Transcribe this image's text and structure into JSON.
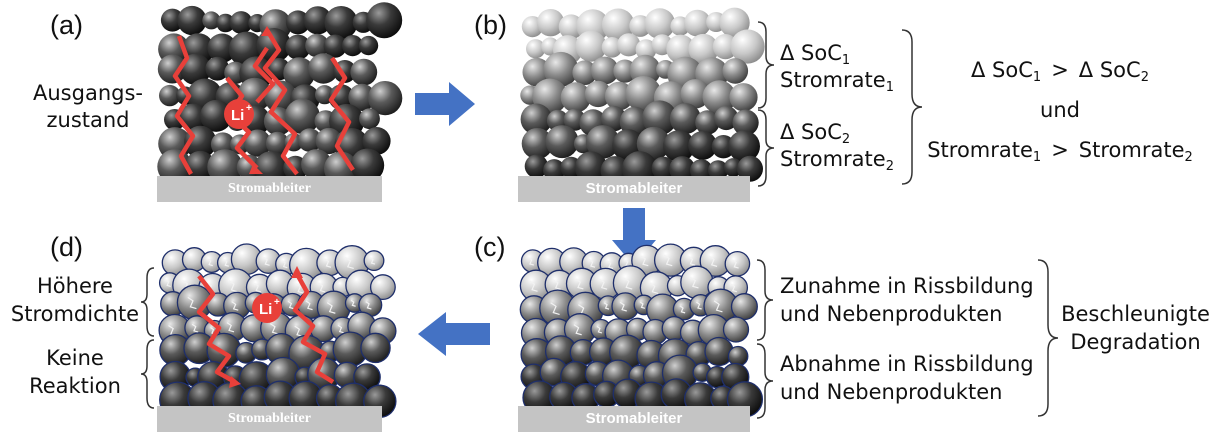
{
  "panels": {
    "a": {
      "label": "(a)",
      "side_text": [
        "Ausgangs-",
        "zustand"
      ],
      "collector": "Stromableiter",
      "ion": "Li",
      "ion_charge": "+"
    },
    "b": {
      "label": "(b)",
      "collector": "Stromableiter",
      "upper": {
        "delta": "Δ SoC",
        "delta_sub": "1",
        "rate": "Stromrate",
        "rate_sub": "1"
      },
      "lower": {
        "delta": "Δ SoC",
        "delta_sub": "2",
        "rate": "Stromrate",
        "rate_sub": "2"
      }
    },
    "c": {
      "label": "(c)",
      "collector": "Stromableiter",
      "upper": [
        "Zunahme in Rissbildung",
        "und Nebenprodukten"
      ],
      "lower": [
        "Abnahme in Rissbildung",
        "und Nebenprodukten"
      ],
      "conclusion": [
        "Beschleunigte",
        "Degradation"
      ]
    },
    "d": {
      "label": "(d)",
      "collector": "Stromableiter",
      "ion": "Li",
      "ion_charge": "+",
      "upper": [
        "Höhere",
        "Stromdichte"
      ],
      "lower": [
        "Keine",
        "Reaktion"
      ]
    }
  },
  "relation": {
    "line1": {
      "left": "Δ SoC",
      "left_sub": "1",
      "op": ">",
      "right": "Δ SoC",
      "right_sub": "2"
    },
    "connector": "und",
    "line2": {
      "left": "Stromrate",
      "left_sub": "1",
      "op": ">",
      "right": "Stromrate",
      "right_sub": "2"
    }
  },
  "colors": {
    "arrow": "#4472c4",
    "ion_path": "#e8403a",
    "collector": "#c4c4c4",
    "particle_border": "#1f2f6b"
  }
}
